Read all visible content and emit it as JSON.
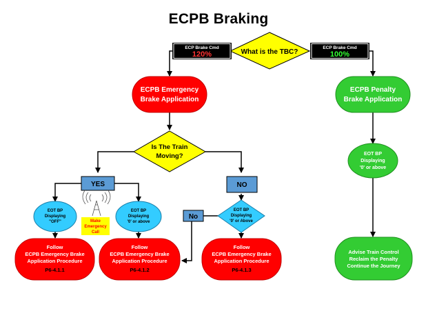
{
  "title": "ECPB Braking",
  "decision_tbc": "What is the TBC?",
  "cmd_left": {
    "label": "ECP Brake Cmd",
    "value": "120%"
  },
  "cmd_right": {
    "label": "ECP Brake Cmd",
    "value": "100%"
  },
  "emergency_app": {
    "line1": "ECPB Emergency",
    "line2": "Brake Application"
  },
  "penalty_app": {
    "line1": "ECPB Penalty",
    "line2": "Brake Application"
  },
  "decision_moving": {
    "line1": "Is The Train",
    "line2": "Moving?"
  },
  "yes_label": "YES",
  "no_label": "NO",
  "no_label_small": "No",
  "eot_off": {
    "line1": "EOT BP",
    "line2": "Displaying",
    "line3": "\"OFF\""
  },
  "emergency_call": {
    "line1": "Make",
    "line2": "Emergency",
    "line3": "Call"
  },
  "eot_zero_left": {
    "line1": "EOT BP",
    "line2": "Displaying",
    "line3": "'0' or above"
  },
  "eot_zero_diamond": {
    "line1": "EOT BP",
    "line2": "Displaying",
    "line3": "'0' or Above"
  },
  "eot_zero_right": {
    "line1": "EOT BP",
    "line2": "Displaying",
    "line3": "'0' or above"
  },
  "proc1": {
    "line1": "Follow",
    "line2": "ECPB Emergency Brake",
    "line3": "Application Procedure",
    "line4": "P6-4.1.1"
  },
  "proc2": {
    "line1": "Follow",
    "line2": "ECPB Emergency Brake",
    "line3": "Application Procedure",
    "line4": "P6-4.1.2"
  },
  "proc3": {
    "line1": "Follow",
    "line2": "ECPB Emergency Brake",
    "line3": "Application Procedure",
    "line4": "P6-4.1.3"
  },
  "advise": {
    "line1": "Advise Train Control",
    "line2": "Reclaim the Penalty",
    "line3": "Continue the Journey"
  },
  "colors": {
    "red": "#ff0000",
    "green": "#33cc33",
    "yellow": "#ffff00",
    "blue": "#5b9bd5",
    "cyan": "#33ccff",
    "display_red": "#ff3333",
    "display_green": "#33ff33"
  }
}
